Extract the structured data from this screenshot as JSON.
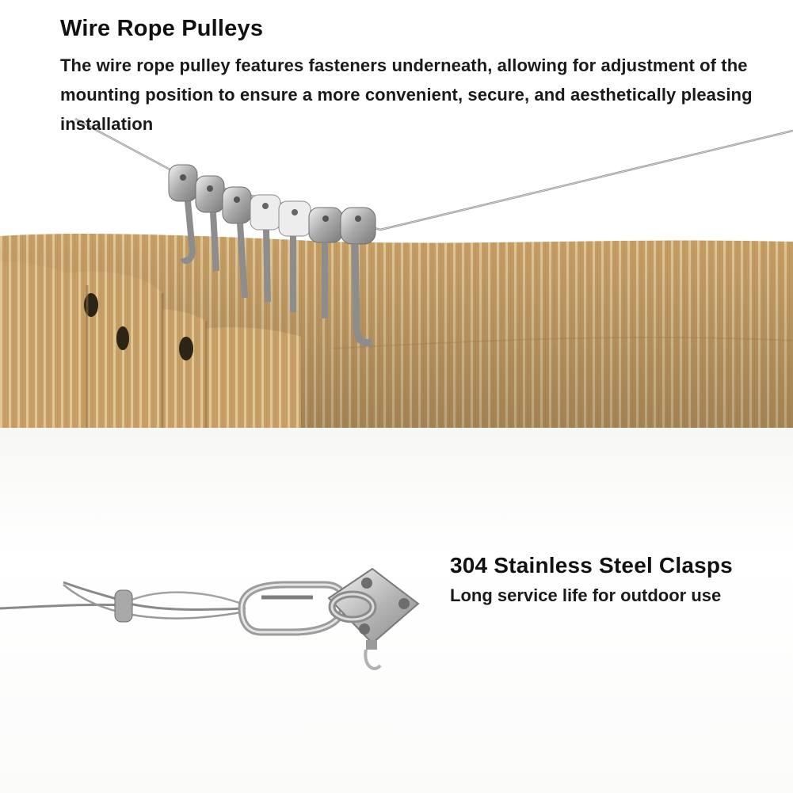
{
  "pulleys_section": {
    "title": "Wire Rope Pulleys",
    "description": "The wire rope pulley features fasteners underneath, allowing for adjustment of the mounting position to ensure a more convenient, secure, and aesthetically pleasing installation"
  },
  "clasps_section": {
    "title": "304 Stainless Steel Clasps",
    "description": "Long service life for outdoor use"
  },
  "colors": {
    "fabric": "#c9a36c",
    "fabric_stripe": "#e6cfa4",
    "steel": "#b9b9b9",
    "text": "#111111"
  }
}
